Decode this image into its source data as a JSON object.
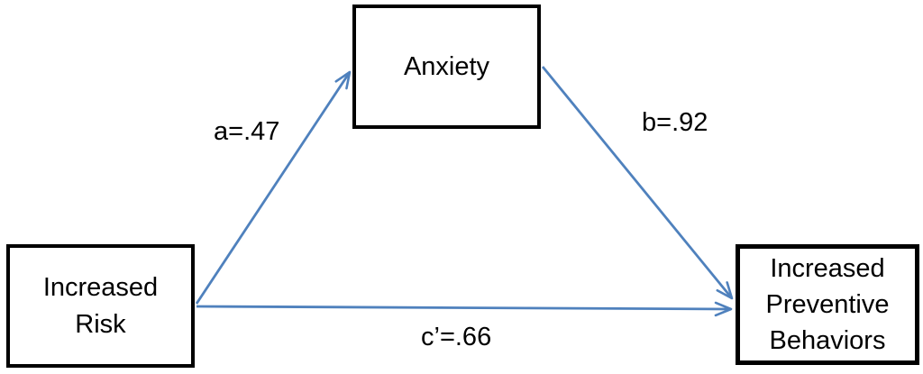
{
  "diagram": {
    "type": "mediation-path-model",
    "nodes": [
      {
        "id": "risk",
        "label": "Increased\nRisk"
      },
      {
        "id": "anxiety",
        "label": "Anxiety"
      },
      {
        "id": "preventive",
        "label": "Increased\nPreventive\nBehaviors"
      }
    ],
    "paths": [
      {
        "id": "a",
        "from": "risk",
        "to": "anxiety",
        "label": "a=.47",
        "value": 0.47
      },
      {
        "id": "b",
        "from": "anxiety",
        "to": "preventive",
        "label": "b=.92",
        "value": 0.92
      },
      {
        "id": "c_prime",
        "from": "risk",
        "to": "preventive",
        "label": "c’=.66",
        "value": 0.66
      }
    ]
  },
  "colors": {
    "arrow": "#4F81BD",
    "box_border": "#000000",
    "text": "#000000",
    "background": "#FFFFFF"
  }
}
